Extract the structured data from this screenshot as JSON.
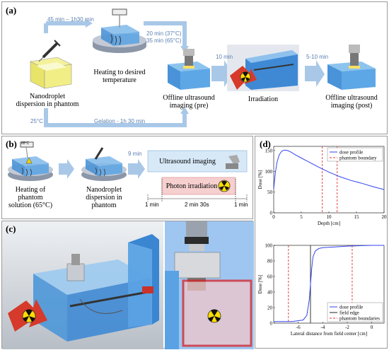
{
  "panel_a": {
    "tag": "(a)",
    "step_nanodroplet": "Nanodroplet\ndispersion in phantom",
    "step_heating": "Heating to desired\ntemperature",
    "step_pre": "Offline ultrasound\nimaging (pre)",
    "step_irradiation": "Irradiation",
    "step_post": "Offline ultrasound\nimaging (post)",
    "time_heating": "45 min – 1h30 min",
    "time_cool1": "20 min (37°C)",
    "time_cool2": "35 min (65°C)",
    "time_10min": "10 min",
    "time_5_10": "5-10 min",
    "time_25c": "25°C",
    "time_gelation": "Gelation - 1h 30 min"
  },
  "panel_b": {
    "tag": "(b)",
    "step_heating_phantom": "Heating of\nphantom\nsolution (65°C)",
    "step_nanodroplet": "Nanodroplet\ndispersion in\nphantom",
    "time_9min": "9 min",
    "box_ultrasound": "Ultrasound imaging",
    "box_photon": "Photon irradiation",
    "t1": "1 min",
    "t2": "2 min 30s",
    "t3": "1 min",
    "thermo_text": "65°C"
  },
  "panel_c": {
    "tag": "(c)"
  },
  "panel_d": {
    "tag": "(d)",
    "chart_data": [
      {
        "type": "line",
        "xlabel": "Depth [cm]",
        "ylabel": "Dose [%]",
        "xlim": [
          0,
          20
        ],
        "ylim": [
          0,
          160
        ],
        "xticks": [
          0,
          5,
          10,
          15,
          20
        ],
        "yticks": [
          0,
          50,
          100,
          150
        ],
        "series": [
          {
            "name": "dose profile",
            "color": "#3344ee",
            "x": [
              0,
              0.3,
              0.6,
              1.0,
              1.5,
              2.0,
              2.5,
              3,
              4,
              5,
              6,
              8,
              10,
              12,
              14,
              16,
              18,
              20
            ],
            "y": [
              58,
              96,
              122,
              140,
              149,
              151,
              150,
              147,
              139,
              132,
              125,
              111,
              98,
              87,
              78,
              71,
              63,
              56
            ]
          }
        ],
        "vlines": [
          {
            "name": "phantom boundary",
            "x": [
              8.8,
              11.5
            ],
            "color": "#e03030",
            "dash": true
          }
        ],
        "legend": "top-right"
      },
      {
        "type": "line",
        "xlabel": "Lateral distance from field center [cm]",
        "ylabel": "Dose [%]",
        "xlim": [
          -8,
          1
        ],
        "ylim": [
          0,
          100
        ],
        "xticks": [
          -6,
          -4,
          -2,
          0
        ],
        "yticks": [
          0,
          20,
          40,
          60,
          80,
          100
        ],
        "series": [
          {
            "name": "dose profile",
            "color": "#3344ee",
            "x": [
              -8,
              -6.5,
              -5.6,
              -5.3,
              -5.1,
              -5.0,
              -4.9,
              -4.8,
              -4.6,
              -4.3,
              -4.0,
              -3.0,
              -2.0,
              0,
              1
            ],
            "y": [
              2,
              2,
              4,
              10,
              30,
              50,
              70,
              85,
              93,
              96,
              97,
              98,
              99,
              100,
              100
            ]
          }
        ],
        "vlines": [
          {
            "name": "field edge",
            "x": [
              -5.0
            ],
            "color": "#222222",
            "dash": false
          },
          {
            "name": "phantom boundaries",
            "x": [
              -6.8,
              -1.6
            ],
            "color": "#e03030",
            "dash": true
          }
        ],
        "legend": "bottom-right"
      }
    ]
  }
}
